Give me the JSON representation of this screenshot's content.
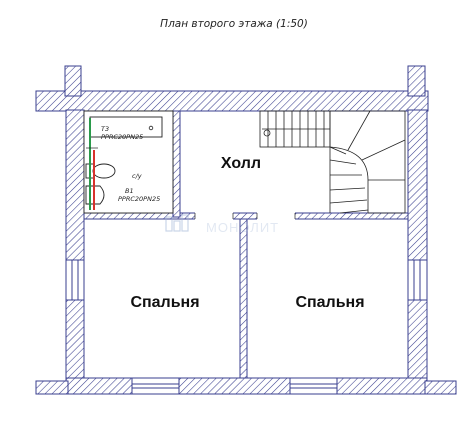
{
  "plan": {
    "title": "План второго этажа (1:50)",
    "rooms": {
      "hall": "Холл",
      "bedroom_left": "Спальня",
      "bedroom_right": "Спальня"
    },
    "bathroom": {
      "riser_t3_code": "Т3",
      "riser_t3_pipe": "PPRC20PN25",
      "riser_b1_code": "В1",
      "riser_b1_pipe": "PPRC20PN25",
      "toilet_label": "с/у"
    },
    "watermark": "МОНОЛИТ"
  },
  "colors": {
    "wall_stroke": "#3a3f8f",
    "line": "#222222",
    "riser_green": "#2a9a4a",
    "riser_red": "#d8322b"
  }
}
